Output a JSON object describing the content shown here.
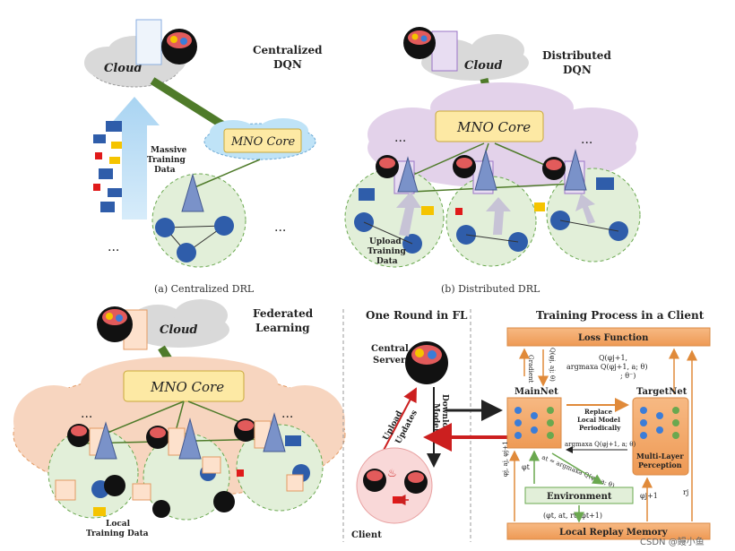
{
  "panel_a": {
    "cloud_label": "Cloud",
    "title_line1": "Centralized",
    "title_line2": "DQN",
    "mno_label": "MNO Core",
    "massive_line1": "Massive",
    "massive_line2": "Training",
    "massive_line3": "Data",
    "dots": "...",
    "caption": "(a) Centralized DRL"
  },
  "panel_b": {
    "cloud_label": "Cloud",
    "title_line1": "Distributed",
    "title_line2": "DQN",
    "mno_label": "MNO Core",
    "upload_line1": "Upload",
    "upload_line2": "Training",
    "upload_line3": "Data",
    "dots": "...",
    "caption": "(b) Distributed DRL"
  },
  "panel_c": {
    "cloud_label": "Cloud",
    "title_line1": "Federated",
    "title_line2": "Learning",
    "mno_label": "MNO Core",
    "local_line1": "Local",
    "local_line2": "Training Data",
    "dots": "..."
  },
  "panel_d": {
    "round_title": "One Round in FL",
    "central_line1": "Central",
    "central_line2": "Server",
    "download_line1": "Download",
    "download_line2": "Model",
    "upload_line1": "Upload",
    "upload_line2": "Updates",
    "client_label": "Client"
  },
  "panel_e": {
    "title": "Training Process in a Client",
    "loss_function": "Loss Function",
    "gradient": "Gradient",
    "q_main": "Q(φj, aj; θ)",
    "q_target1": "Q(φj+1,",
    "q_target2": "argmaxa Q(φj+1, a; θ)",
    "q_target3": "; θ⁻)",
    "mainnet": "MainNet",
    "targetnet": "TargetNet",
    "replace_line1": "Replace",
    "replace_line2": "Local Model",
    "replace_line3": "Periodically",
    "argmax_label": "argmaxa Q(φj+1, a; θ)",
    "mlp_line1": "Multi-Layer",
    "mlp_line2": "Perception",
    "at_formula": "at = argmaxa Q(φt, a; θ)",
    "phi_t": "φt",
    "phi_j_list": "φj, aj, φj+1",
    "phi_j1": "φj+1",
    "eta": "rj",
    "environment": "Environment",
    "tuple": "(φt, at, rt, φt+1)",
    "replay_memory": "Local Replay Memory"
  },
  "watermark": "CSDN @鳗小鱼",
  "colors": {
    "cloud_gray": "#d9d9d9",
    "cloud_blue": "#bfe3f7",
    "cloud_purple": "#e3d2ea",
    "cloud_orange": "#f7d5bf",
    "mno_fill": "#fde9a4",
    "node_blue": "#2f5daa",
    "green_zone": "#e2efd9",
    "link_green": "#4f7b2a",
    "orange_bar": "#f0a868",
    "arrow_red": "#cc1f1f"
  }
}
